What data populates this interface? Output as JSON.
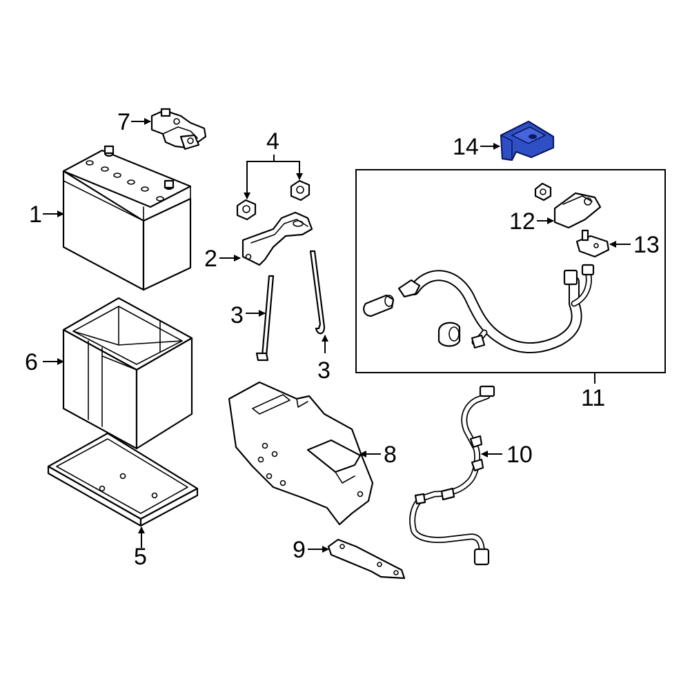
{
  "callouts": {
    "c1": "1",
    "c2": "2",
    "c3a": "3",
    "c3b": "3",
    "c4": "4",
    "c5": "5",
    "c6": "6",
    "c7": "7",
    "c8": "8",
    "c9": "9",
    "c10": "10",
    "c11": "11",
    "c12": "12",
    "c13": "13",
    "c14": "14"
  },
  "colors": {
    "highlight_part": "#2f4fc7",
    "line": "#000000",
    "background": "#ffffff"
  },
  "highlighted_callout": "14"
}
